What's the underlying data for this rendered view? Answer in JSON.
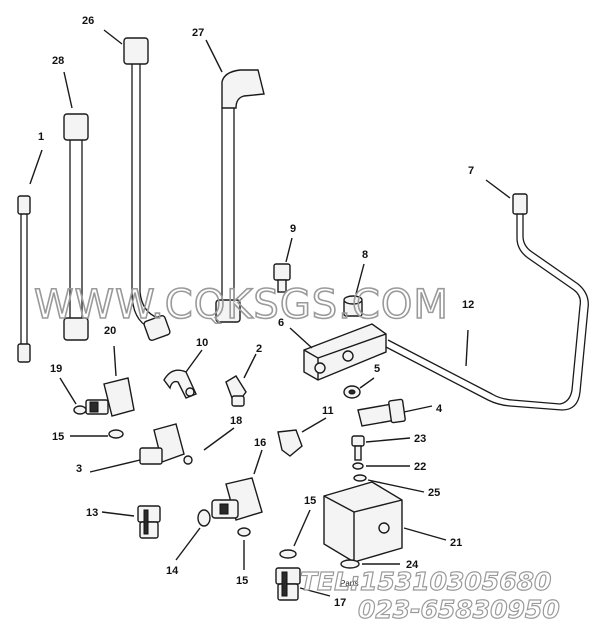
{
  "labels": {
    "l1": "1",
    "l2": "2",
    "l3": "3",
    "l4": "4",
    "l5": "5",
    "l6": "6",
    "l7": "7",
    "l8": "8",
    "l9": "9",
    "l10": "10",
    "l11": "11",
    "l12": "12",
    "l13": "13",
    "l14": "14",
    "l15a": "15",
    "l15b": "15",
    "l15c": "15",
    "l16": "16",
    "l17": "17",
    "l18": "18",
    "l19": "19",
    "l20": "20",
    "l21": "21",
    "l22": "22",
    "l23": "23",
    "l24": "24",
    "l25": "25",
    "l26": "26",
    "l27": "27",
    "l28": "28"
  },
  "watermark": "WWW.CQKSGS.COM",
  "tel": "TEL:15310305680",
  "phone": "023-65830950",
  "stamp": "Parts"
}
